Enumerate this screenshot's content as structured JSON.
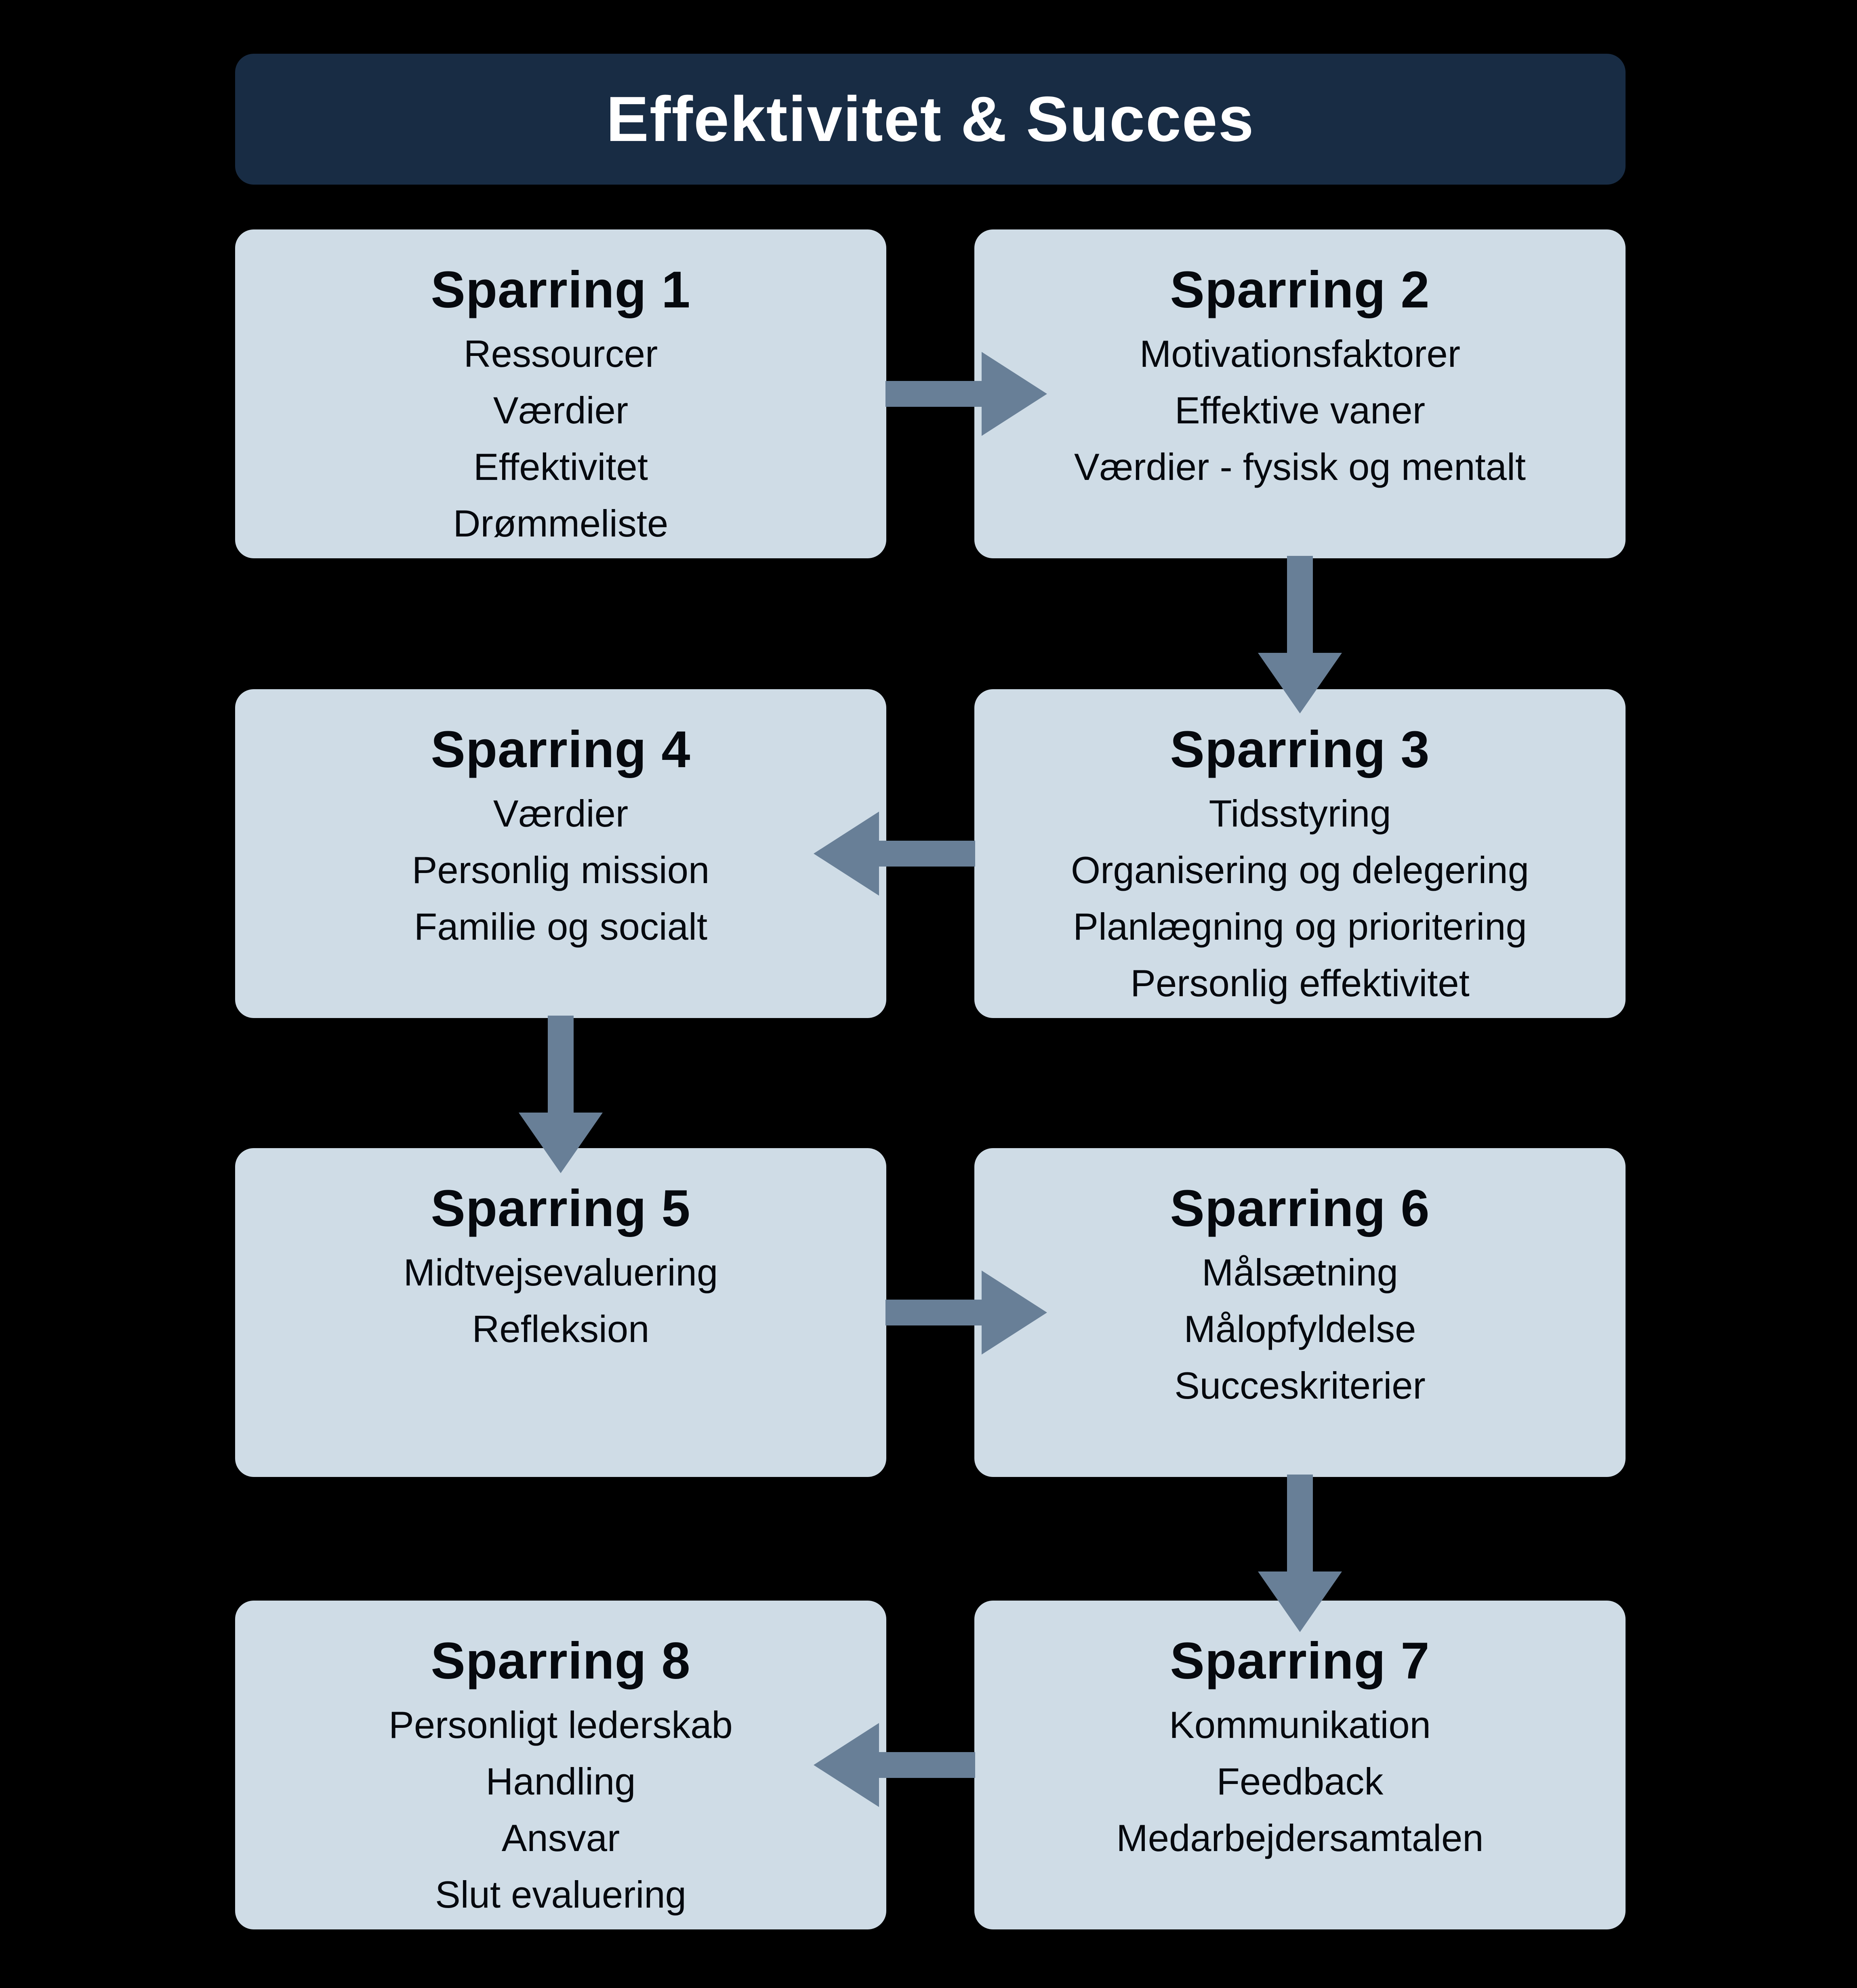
{
  "title": "Effektivitet & Succes",
  "colors": {
    "background": "#000000",
    "banner": "#182c44",
    "box_fill": "#cfdce6",
    "arrow": "#687f97",
    "title_text": "#ffffff",
    "box_text": "#06090e"
  },
  "boxes": [
    {
      "id": "sparring-1",
      "title": "Sparring 1",
      "row": 0,
      "col": "left",
      "items": [
        "Ressourcer",
        "Værdier",
        "Effektivitet",
        "Drømmeliste"
      ]
    },
    {
      "id": "sparring-2",
      "title": "Sparring 2",
      "row": 0,
      "col": "right",
      "items": [
        "Motivationsfaktorer",
        "Effektive vaner",
        "Værdier - fysisk og mentalt"
      ]
    },
    {
      "id": "sparring-4",
      "title": "Sparring 4",
      "row": 1,
      "col": "left",
      "items": [
        "Værdier",
        "Personlig mission",
        "Familie og socialt"
      ]
    },
    {
      "id": "sparring-3",
      "title": "Sparring 3",
      "row": 1,
      "col": "right",
      "items": [
        "Tidsstyring",
        "Organisering og delegering",
        "Planlægning og prioritering",
        "Personlig effektivitet"
      ]
    },
    {
      "id": "sparring-5",
      "title": "Sparring 5",
      "row": 2,
      "col": "left",
      "items": [
        "Midtvejsevaluering",
        "Refleksion"
      ]
    },
    {
      "id": "sparring-6",
      "title": "Sparring 6",
      "row": 2,
      "col": "right",
      "items": [
        "Målsætning",
        "Målopfyldelse",
        "Succeskriterier"
      ]
    },
    {
      "id": "sparring-8",
      "title": "Sparring 8",
      "row": 3,
      "col": "left",
      "items": [
        "Personligt lederskab",
        "Handling",
        "Ansvar",
        "Slut evaluering"
      ]
    },
    {
      "id": "sparring-7",
      "title": "Sparring 7",
      "row": 3,
      "col": "right",
      "items": [
        "Kommunikation",
        "Feedback",
        "Medarbejdersamtalen"
      ]
    }
  ],
  "arrows": [
    {
      "from": "sparring-1",
      "to": "sparring-2",
      "direction": "right"
    },
    {
      "from": "sparring-2",
      "to": "sparring-3",
      "direction": "down"
    },
    {
      "from": "sparring-3",
      "to": "sparring-4",
      "direction": "left"
    },
    {
      "from": "sparring-4",
      "to": "sparring-5",
      "direction": "down"
    },
    {
      "from": "sparring-5",
      "to": "sparring-6",
      "direction": "right"
    },
    {
      "from": "sparring-6",
      "to": "sparring-7",
      "direction": "down"
    },
    {
      "from": "sparring-7",
      "to": "sparring-8",
      "direction": "left"
    }
  ]
}
